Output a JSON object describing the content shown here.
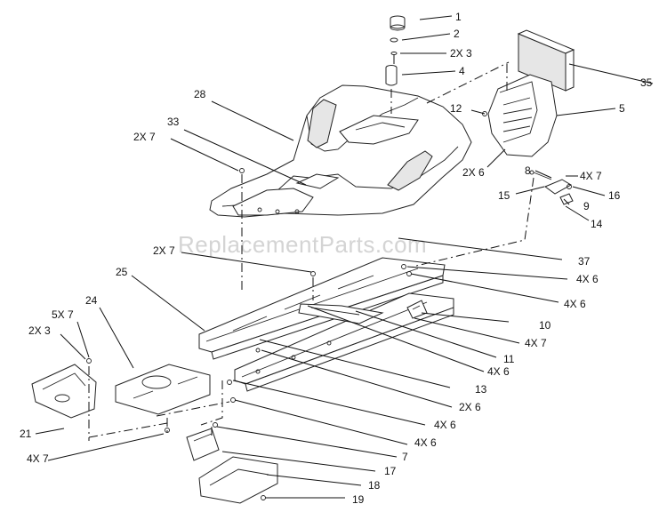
{
  "watermark": "ReplacementParts.com",
  "callouts": {
    "c1": "1",
    "c2": "2",
    "c3": "2X 3",
    "c4": "4",
    "c35": "35",
    "c5": "5",
    "c12": "12",
    "c28": "28",
    "c33": "33",
    "c2x7a": "2X 7",
    "c2x6a": "2X 6",
    "c8": "8",
    "c4x7a": "4X 7",
    "c15": "15",
    "c16": "16",
    "c9": "9",
    "c14": "14",
    "c2x7b": "2X 7",
    "c37": "37",
    "c25": "25",
    "c4x6a": "4X 6",
    "c4x6b": "4X 6",
    "c24": "24",
    "c5x7": "5X 7",
    "c10": "10",
    "c2x3b": "2X 3",
    "c4x7b": "4X 7",
    "c11": "11",
    "c4x6c": "4X 6",
    "c13": "13",
    "c2x6b": "2X 6",
    "c21": "21",
    "c4x6d": "4X 6",
    "c4x6e": "4X 6",
    "c4x7c": "4X 7",
    "c7": "7",
    "c17": "17",
    "c18": "18",
    "c19": "19"
  }
}
